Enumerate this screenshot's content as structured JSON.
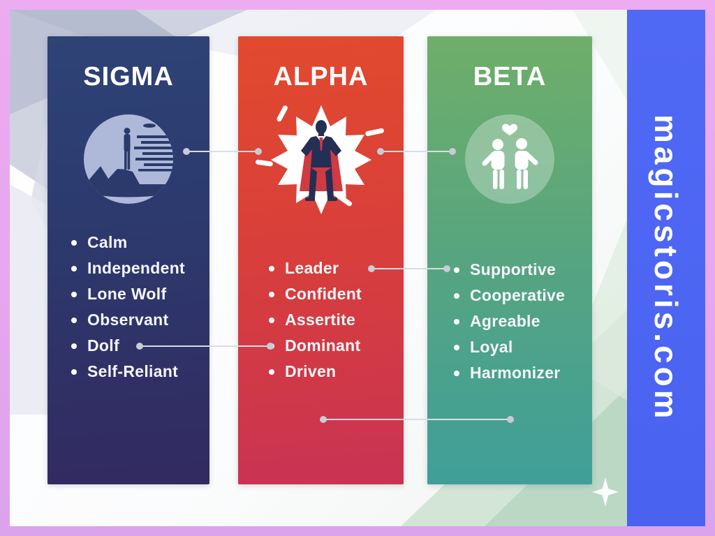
{
  "frame": {
    "border_color": "#e6a7ee",
    "strip_color": "#4c66f3",
    "connector_color": "#d9dde4"
  },
  "watermark": {
    "text": "magicstoris.com"
  },
  "columns": [
    {
      "title": "SIGMA",
      "icon": "lone-figure-moonrise-icon",
      "gradient_top": "#2e4376",
      "gradient_bottom": "#322a60",
      "traits": [
        "Calm",
        "Independent",
        "Lone Wolf",
        "Observant",
        "Dolf",
        "Self-Reliant"
      ]
    },
    {
      "title": "ALPHA",
      "icon": "caped-businessman-burst-icon",
      "gradient_top": "#e24a2e",
      "gradient_bottom": "#c93353",
      "traits": [
        "Leader",
        "Confident",
        "Assertite",
        "Dominant",
        "Driven"
      ]
    },
    {
      "title": "BETA",
      "icon": "friends-with-heart-icon",
      "gradient_top": "#6fae69",
      "gradient_bottom": "#3f9f99",
      "traits": [
        "Supportive",
        "Cooperative",
        "Agreable",
        "Loyal",
        "Harmonizer"
      ]
    }
  ],
  "decorations": {
    "sparkle": "four-point-sparkle-icon"
  }
}
